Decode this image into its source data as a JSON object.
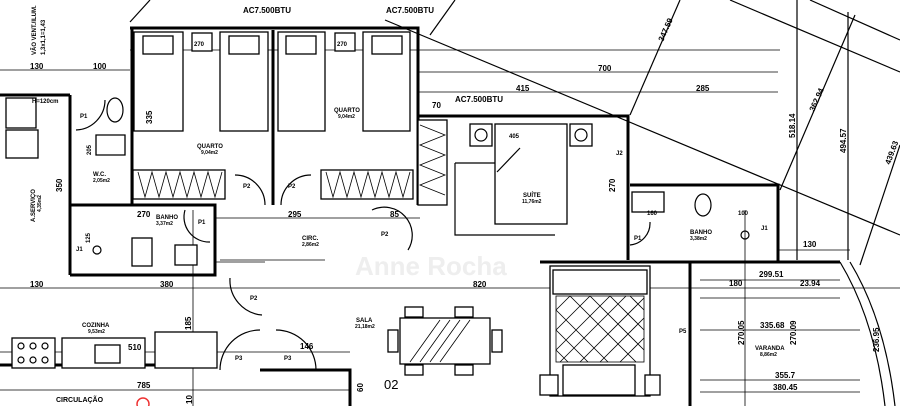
{
  "plan": {
    "unit_label": "02",
    "watermark": "Anne Rocha",
    "rooms": {
      "quarto_1": {
        "name": "QUARTO",
        "area": "9,04m2"
      },
      "quarto_2": {
        "name": "QUARTO",
        "area": "9,04m2"
      },
      "suite": {
        "name": "SUÍTE",
        "area": "11,76m2"
      },
      "banho_suite": {
        "name": "BANHO",
        "area": "3,38m2"
      },
      "wc": {
        "name": "W.C.",
        "area": "2,05m2"
      },
      "servico": {
        "name": "A.SERVIÇO",
        "area": "4,35m2"
      },
      "banho": {
        "name": "BANHO",
        "area": "3,37m2"
      },
      "circ": {
        "name": "CIRC.",
        "area": "2,86m2"
      },
      "cozinha": {
        "name": "COZINHA",
        "area": "9,53m2"
      },
      "sala": {
        "name": "SALA",
        "area": "21,18m2"
      },
      "varanda": {
        "name": "VARANDA",
        "area": "8,86m2"
      },
      "circulacao": {
        "name": "CIRCULAÇÃO"
      }
    },
    "annotations": {
      "ac": "AC7.500BTU",
      "vent": "VÃO VENT./ILUM.",
      "vent_dim": "1,3x1,1=1,43",
      "sink_height": "H=120cm"
    },
    "doors": {
      "p1": "P1",
      "p2": "P2",
      "p3": "P3",
      "p5": "P5",
      "j1": "J1",
      "j2": "J2"
    },
    "dimensions": {
      "d700": "700",
      "d415": "415",
      "d285": "285",
      "d70": "70",
      "d405": "405",
      "d270": "270",
      "d335": "335",
      "d130": "130",
      "d100": "100",
      "d205": "205",
      "d350": "350",
      "d125": "125",
      "d295": "295",
      "d85": "85",
      "d380": "380",
      "d820": "820",
      "d510": "510",
      "d185": "185",
      "d146": "146",
      "d785": "785",
      "d60": "60",
      "d10": "10",
      "d160": "160",
      "d347": "347.59",
      "d362": "362.94",
      "d518": "518.14",
      "d494": "494.57",
      "d439": "439.63",
      "d299": "299.51",
      "d180": "180",
      "d23": "23.94",
      "d335b": "335.68",
      "d270a": "270.05",
      "d270b": "270.09",
      "d236": "236.95",
      "d355": "355.7",
      "d380b": "380.45"
    }
  }
}
